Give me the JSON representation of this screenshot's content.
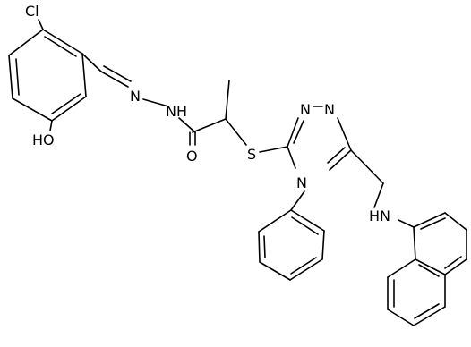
{
  "atoms": {
    "cl": "Cl",
    "oh": "HO",
    "n_imine": "N",
    "nh_hydrazide": "NH",
    "o_carbonyl": "O",
    "s": "S",
    "n_triazole_1": "N",
    "n_triazole_2": "N",
    "n_triazole_4": "N",
    "nh_amine": "HN"
  }
}
